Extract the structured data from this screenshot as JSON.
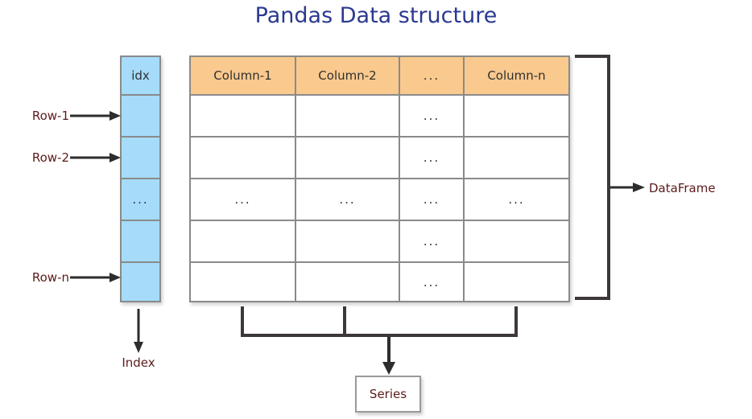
{
  "title": "Pandas Data structure",
  "row_labels": [
    "Row-1",
    "Row-2",
    "Row-n"
  ],
  "index_column": {
    "header": "idx",
    "cells": [
      "",
      "",
      "...",
      "",
      ""
    ]
  },
  "table": {
    "columns": [
      "Column-1",
      "Column-2",
      "...",
      "Column-n"
    ],
    "rows": [
      [
        "",
        "",
        "...",
        ""
      ],
      [
        "",
        "",
        "...",
        ""
      ],
      [
        "...",
        "...",
        "...",
        "..."
      ],
      [
        "",
        "",
        "...",
        ""
      ],
      [
        "",
        "",
        "...",
        ""
      ]
    ]
  },
  "labels": {
    "dataframe": "DataFrame",
    "series": "Series",
    "index": "Index"
  },
  "colors": {
    "title": "#2B3990",
    "label_text": "#5D1A1A",
    "index_cell_bg": "#A6DBFA",
    "header_cell_bg": "#F9C98E",
    "cell_border": "#8A8A8A",
    "connector": "#3D3838",
    "arrow": "#2D2D2D"
  }
}
